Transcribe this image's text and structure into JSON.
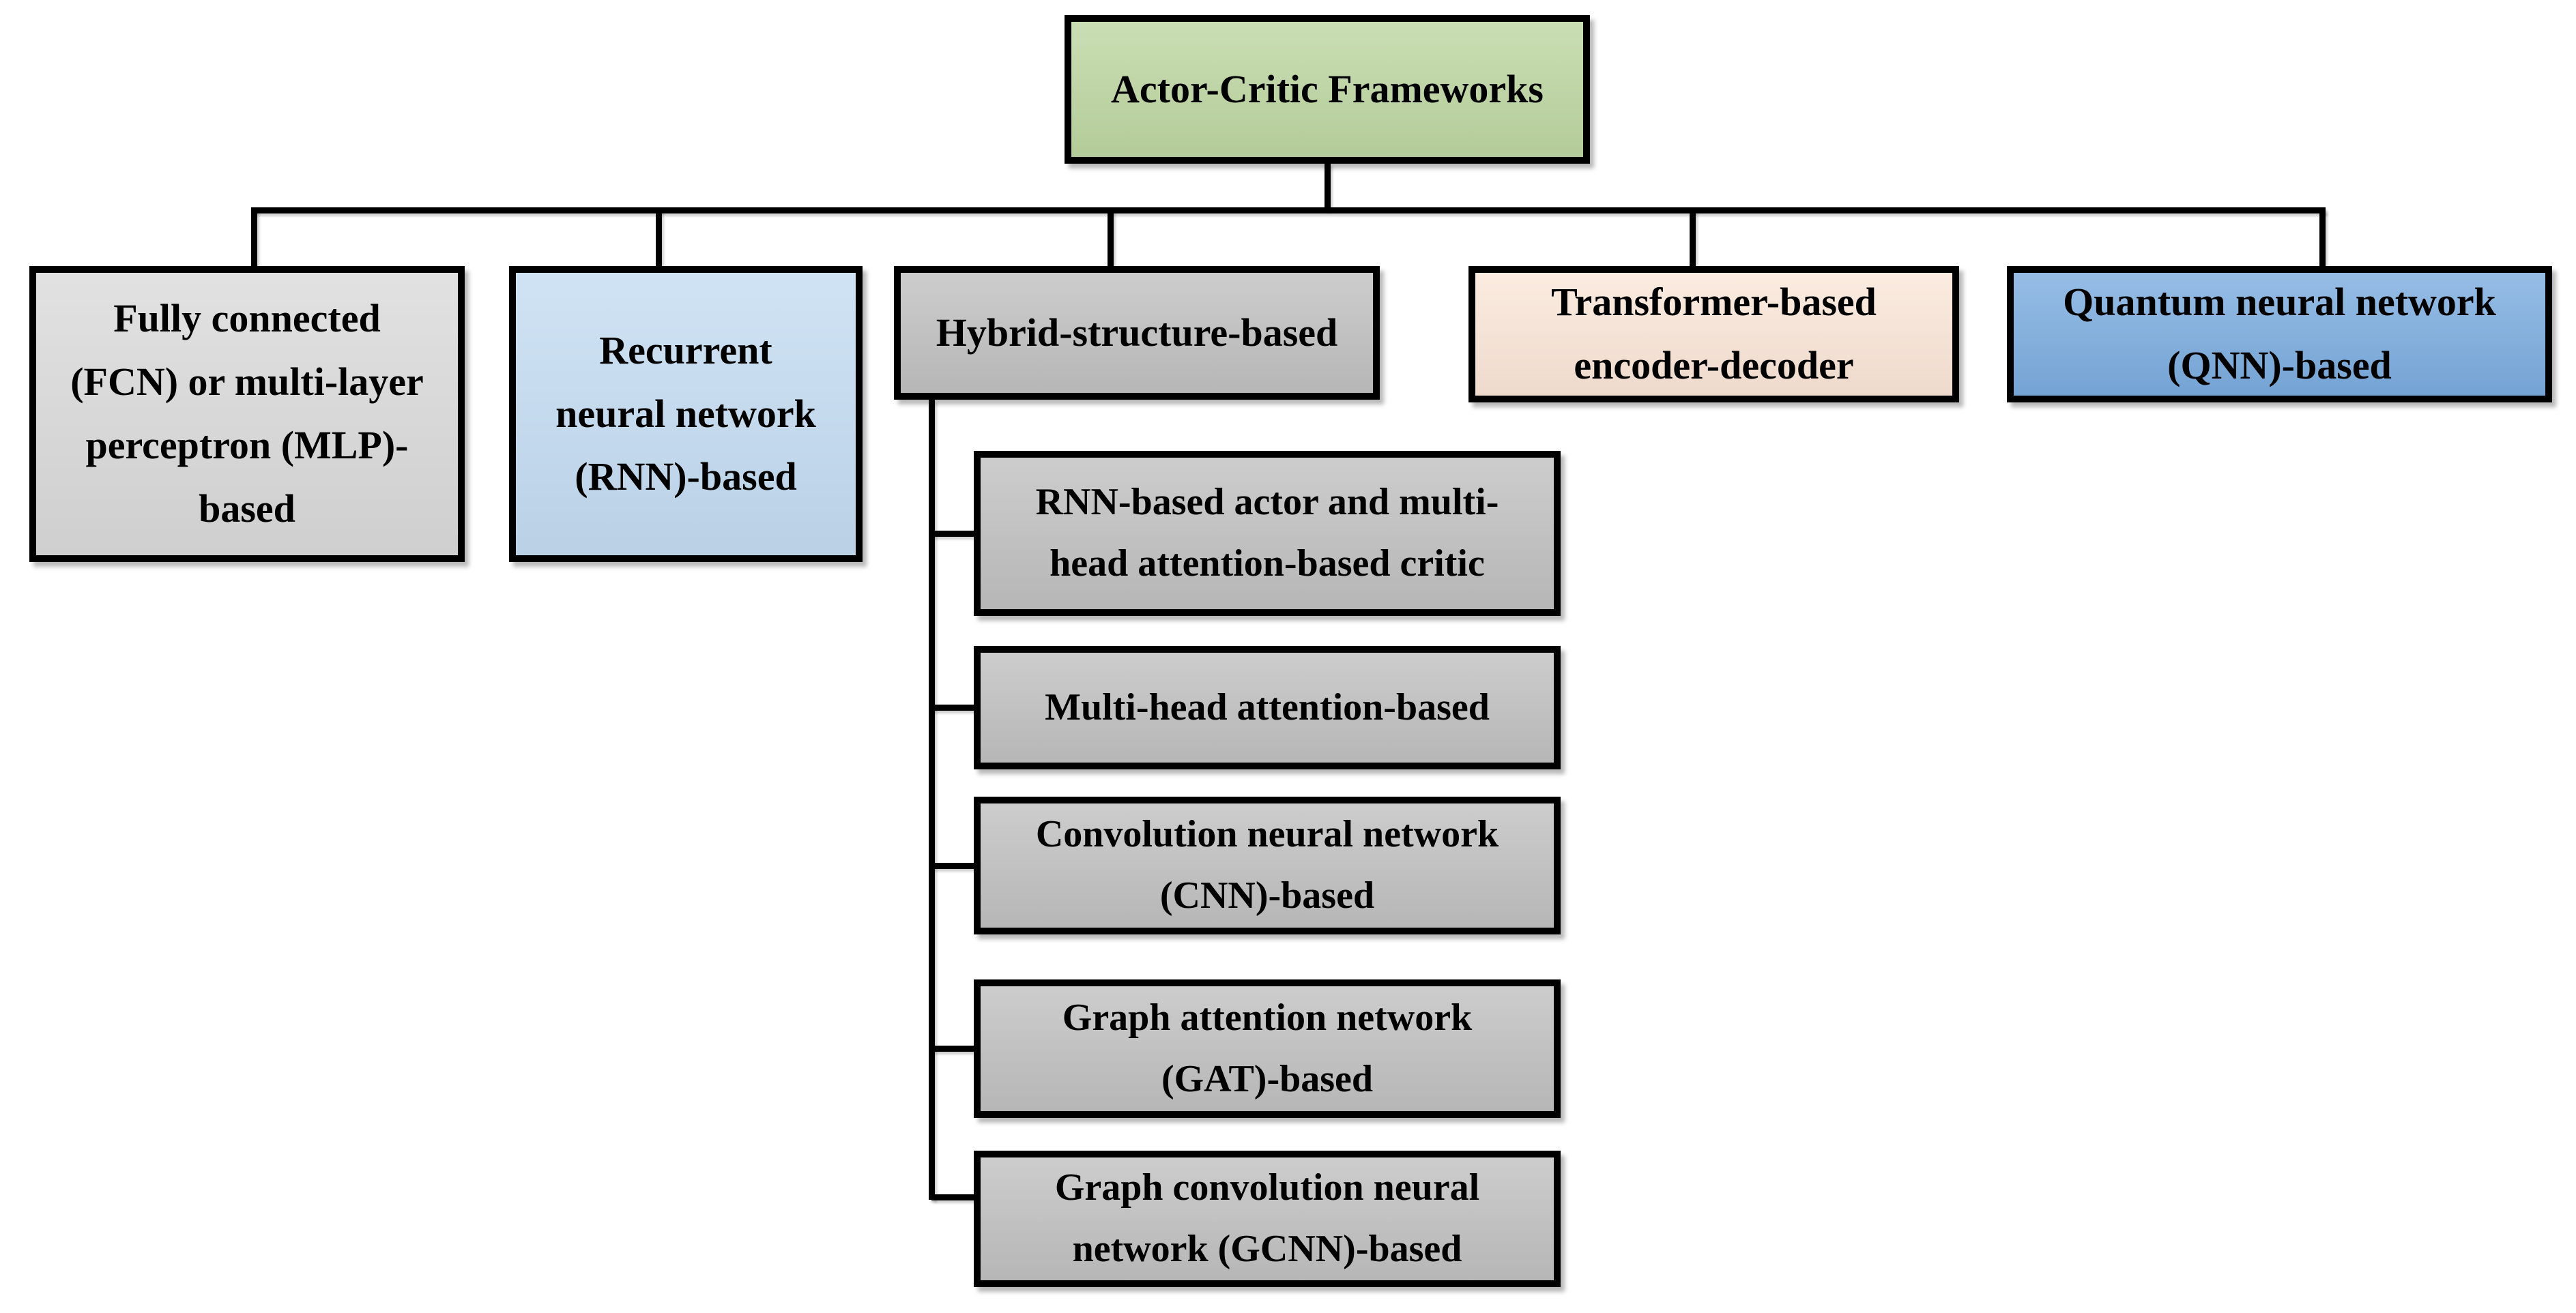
{
  "diagram": {
    "title": "Actor-Critic Frameworks",
    "root": {
      "label": "Actor-Critic Frameworks",
      "color": "#BDD6A1"
    },
    "children": [
      {
        "label": "Fully connected\n(FCN) or multi-layer\nperceptron (MLP)-\nbased",
        "color": "#DADADA"
      },
      {
        "label": "Recurrent\nneural network\n(RNN)-based",
        "color": "#C4DCF2"
      },
      {
        "label": "Hybrid-structure-based",
        "color": "#C0C0C0"
      },
      {
        "label": "Transformer-based\nencoder-decoder",
        "color": "#FBE6D8"
      },
      {
        "label": "Quantum neural network\n(QNN)-based",
        "color": "#7BACDF"
      }
    ],
    "hybrid_children": [
      {
        "label": "RNN-based actor and multi-\nhead attention-based critic",
        "color": "#C0C0C0"
      },
      {
        "label": "Multi-head attention-based",
        "color": "#C0C0C0"
      },
      {
        "label": "Convolution neural network\n(CNN)-based",
        "color": "#C0C0C0"
      },
      {
        "label": "Graph attention network\n(GAT)-based",
        "color": "#C0C0C0"
      },
      {
        "label": "Graph convolution neural\nnetwork (GCNN)-based",
        "color": "#C0C0C0"
      }
    ],
    "line_color": "#000000",
    "border_color": "#000000",
    "text_color": "#000000",
    "background_color": "#FFFFFF"
  }
}
